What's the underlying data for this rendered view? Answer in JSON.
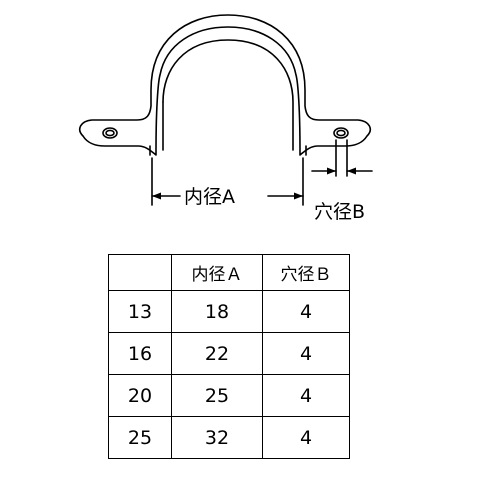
{
  "drawing": {
    "label_inner_diameter": "内径A",
    "label_hole_diameter": "穴径B"
  },
  "table": {
    "corner": "",
    "headers": [
      "内径Ａ",
      "穴径Ｂ"
    ],
    "rows": [
      {
        "size": "13",
        "a": "18",
        "b": "4"
      },
      {
        "size": "16",
        "a": "22",
        "b": "4"
      },
      {
        "size": "20",
        "a": "25",
        "b": "4"
      },
      {
        "size": "25",
        "a": "32",
        "b": "4"
      }
    ]
  }
}
